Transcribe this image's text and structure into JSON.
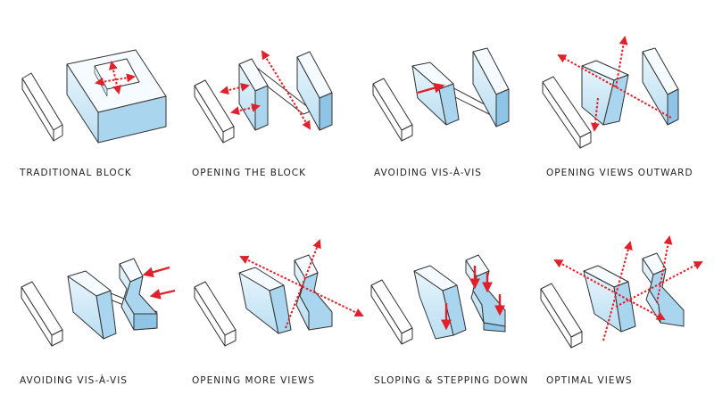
{
  "panels": [
    {
      "caption": "TRADITIONAL BLOCK"
    },
    {
      "caption": "OPENING THE BLOCK"
    },
    {
      "caption": "AVOIDING VIS-À-VIS"
    },
    {
      "caption": "OPENING VIEWS OUTWARD"
    },
    {
      "caption": "AVOIDING VIS-À-VIS"
    },
    {
      "caption": "OPENING MORE VIEWS"
    },
    {
      "caption": "SLOPING & STEPPING DOWN"
    },
    {
      "caption": "OPTIMAL VIEWS"
    }
  ],
  "colors": {
    "arrow": "#e0202a",
    "face_light": "#dff1fb",
    "face_mid": "#b8def3",
    "face_dark": "#8fc6e6",
    "outline": "#333333"
  }
}
